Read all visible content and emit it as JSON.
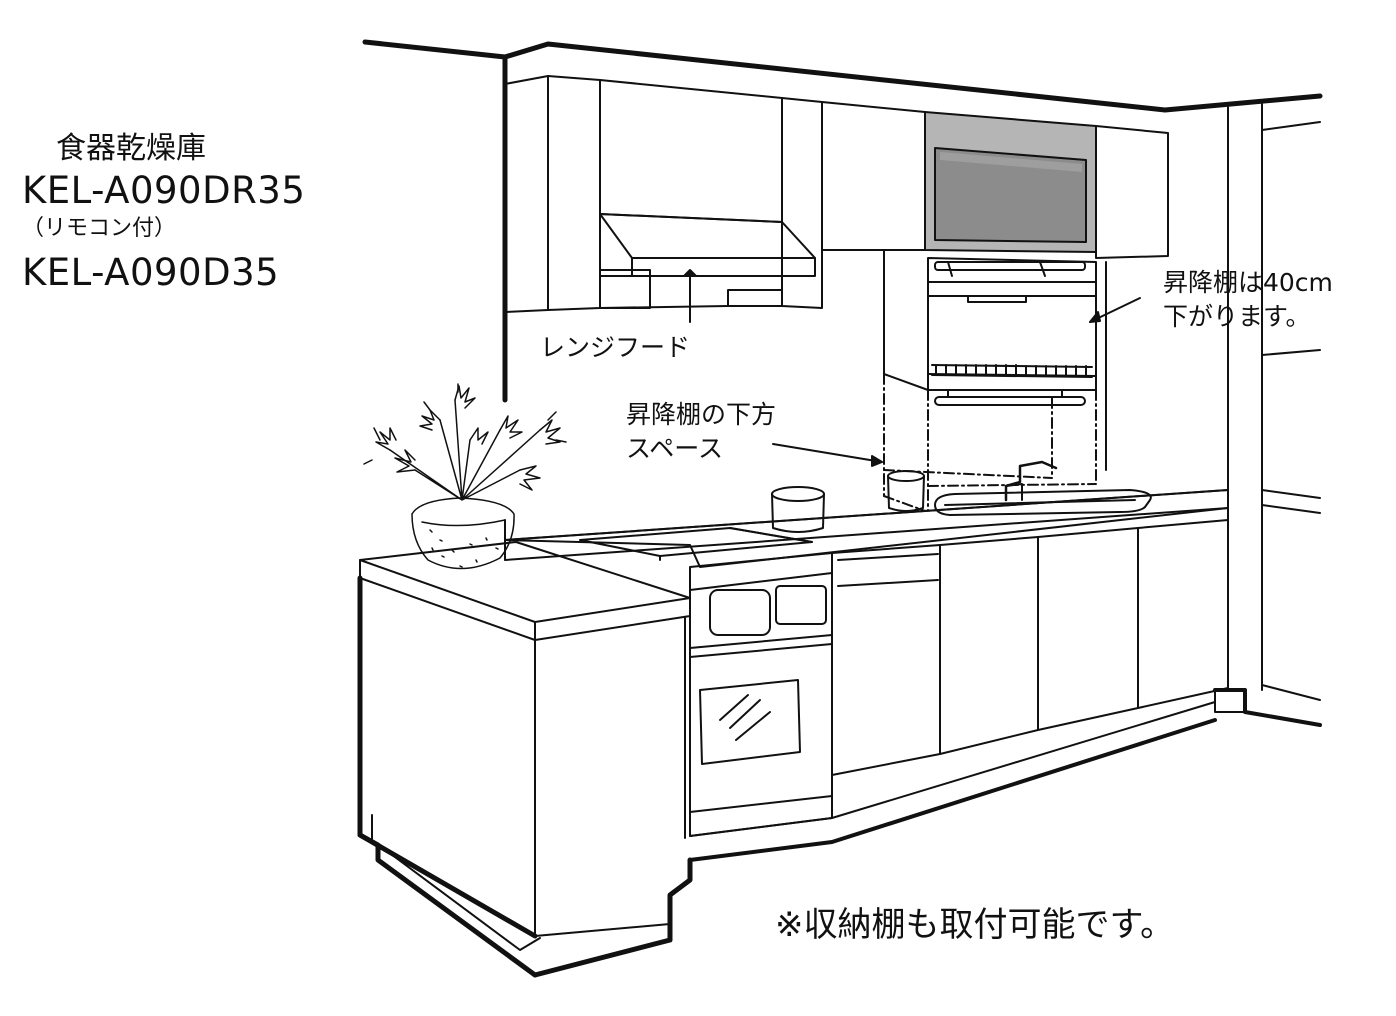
{
  "product": {
    "name": "食器乾燥庫",
    "model_remote": "KEL-A090DR35",
    "remote_note": "（リモコン付）",
    "model_standard": "KEL-A090D35"
  },
  "callouts": {
    "range_hood": "レンジフード",
    "space_below_line1": "昇降棚の下方",
    "space_below_line2": "スペース",
    "lift_shelf_line1": "昇降棚は40cm",
    "lift_shelf_line2": "下がります。"
  },
  "footnote": "※収納棚も取付可能です。",
  "colors": {
    "line": "#111111",
    "cabinet_panel": "#b5b5b5",
    "cabinet_window": "#8c8c8c"
  }
}
